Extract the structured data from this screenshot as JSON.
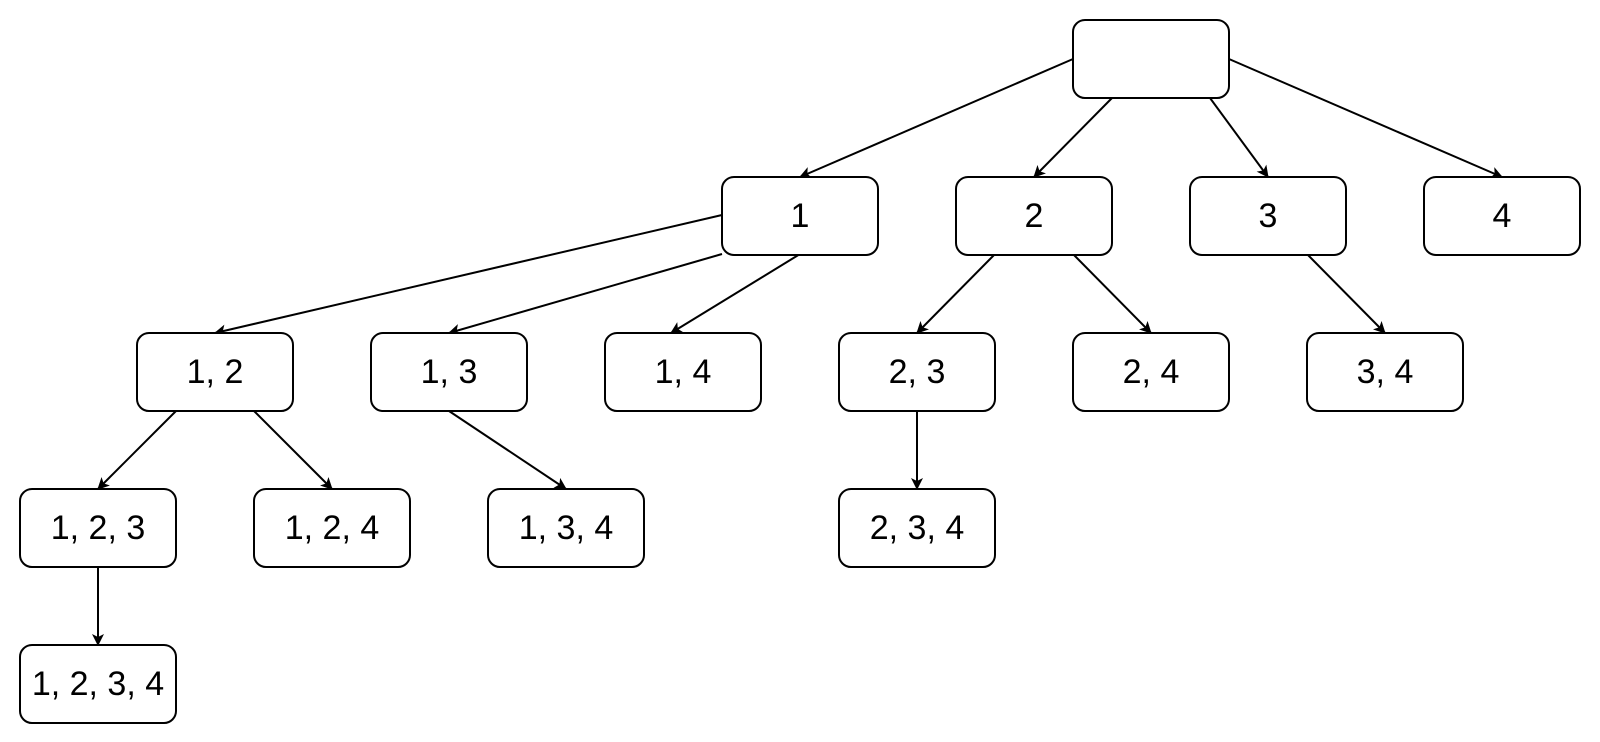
{
  "diagram": {
    "nodes": [
      {
        "id": "root",
        "label": ""
      },
      {
        "id": "n1",
        "label": "1"
      },
      {
        "id": "n2",
        "label": "2"
      },
      {
        "id": "n3",
        "label": "3"
      },
      {
        "id": "n4",
        "label": "4"
      },
      {
        "id": "n12",
        "label": "1, 2"
      },
      {
        "id": "n13",
        "label": "1, 3"
      },
      {
        "id": "n14",
        "label": "1, 4"
      },
      {
        "id": "n23",
        "label": "2, 3"
      },
      {
        "id": "n24",
        "label": "2, 4"
      },
      {
        "id": "n34",
        "label": "3, 4"
      },
      {
        "id": "n123",
        "label": "1, 2, 3"
      },
      {
        "id": "n124",
        "label": "1, 2, 4"
      },
      {
        "id": "n134",
        "label": "1, 3, 4"
      },
      {
        "id": "n234",
        "label": "2, 3, 4"
      },
      {
        "id": "n1234",
        "label": "1, 2, 3, 4"
      }
    ],
    "edges": [
      {
        "from": "root",
        "to": "n1"
      },
      {
        "from": "root",
        "to": "n2"
      },
      {
        "from": "root",
        "to": "n3"
      },
      {
        "from": "root",
        "to": "n4"
      },
      {
        "from": "n1",
        "to": "n12"
      },
      {
        "from": "n1",
        "to": "n13"
      },
      {
        "from": "n1",
        "to": "n14"
      },
      {
        "from": "n2",
        "to": "n23"
      },
      {
        "from": "n2",
        "to": "n24"
      },
      {
        "from": "n3",
        "to": "n34"
      },
      {
        "from": "n12",
        "to": "n123"
      },
      {
        "from": "n12",
        "to": "n124"
      },
      {
        "from": "n13",
        "to": "n134"
      },
      {
        "from": "n23",
        "to": "n234"
      },
      {
        "from": "n123",
        "to": "n1234"
      }
    ]
  }
}
